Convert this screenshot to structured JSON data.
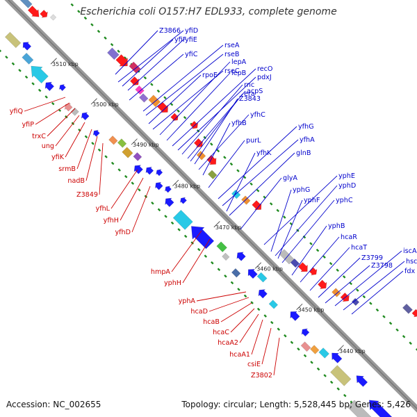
{
  "title": "Escherichia coli O157:H7 EDL933, complete genome",
  "footer": {
    "accession": "Accession: NC_002655",
    "summary": "Topology: circular; Length: 5,528,445 bp; Genes: 5,426"
  },
  "colors": {
    "forward_strand": "#ff1a1a",
    "reverse_strand": "#1a1aff",
    "backbone": "#9a9a9a",
    "tick_marks": "#1f8a1f",
    "label_forward": "#cc0000",
    "label_reverse": "#0000cc"
  },
  "position_markers": [
    "3510 kbp",
    "3500 kbp",
    "3490 kbp",
    "3480 kbp",
    "3470 kbp",
    "3460 kbp",
    "3450 kbp",
    "3440 kbp"
  ],
  "reverse_labels": [
    "Z3866",
    "yfiD",
    "yfiF",
    "yfiE",
    "yfiC",
    "rseA",
    "rseB",
    "rpoE",
    "rseC",
    "lepA",
    "lepB",
    "recO",
    "pdxJ",
    "rnc",
    "acpS",
    "era",
    "Z3843",
    "yfhC",
    "yfhB",
    "purL",
    "yfhG",
    "yfhA",
    "yfhK",
    "glnB",
    "glyA",
    "yphE",
    "yphG",
    "yphD",
    "yphF",
    "yphC",
    "yphB",
    "hcaR",
    "hcaT",
    "Z3799",
    "iscA",
    "Z3798",
    "hscB",
    "fdx"
  ],
  "forward_labels": [
    "yfiQ",
    "yfiP",
    "trxC",
    "ung",
    "yfiK",
    "srmB",
    "nadB",
    "Z3849",
    "yfhL",
    "yfhH",
    "yfhD",
    "hmpA",
    "yphH",
    "yphA",
    "hcaD",
    "hcaB",
    "hcaC",
    "hcaA2",
    "hcaA1",
    "csiE",
    "Z3802"
  ]
}
